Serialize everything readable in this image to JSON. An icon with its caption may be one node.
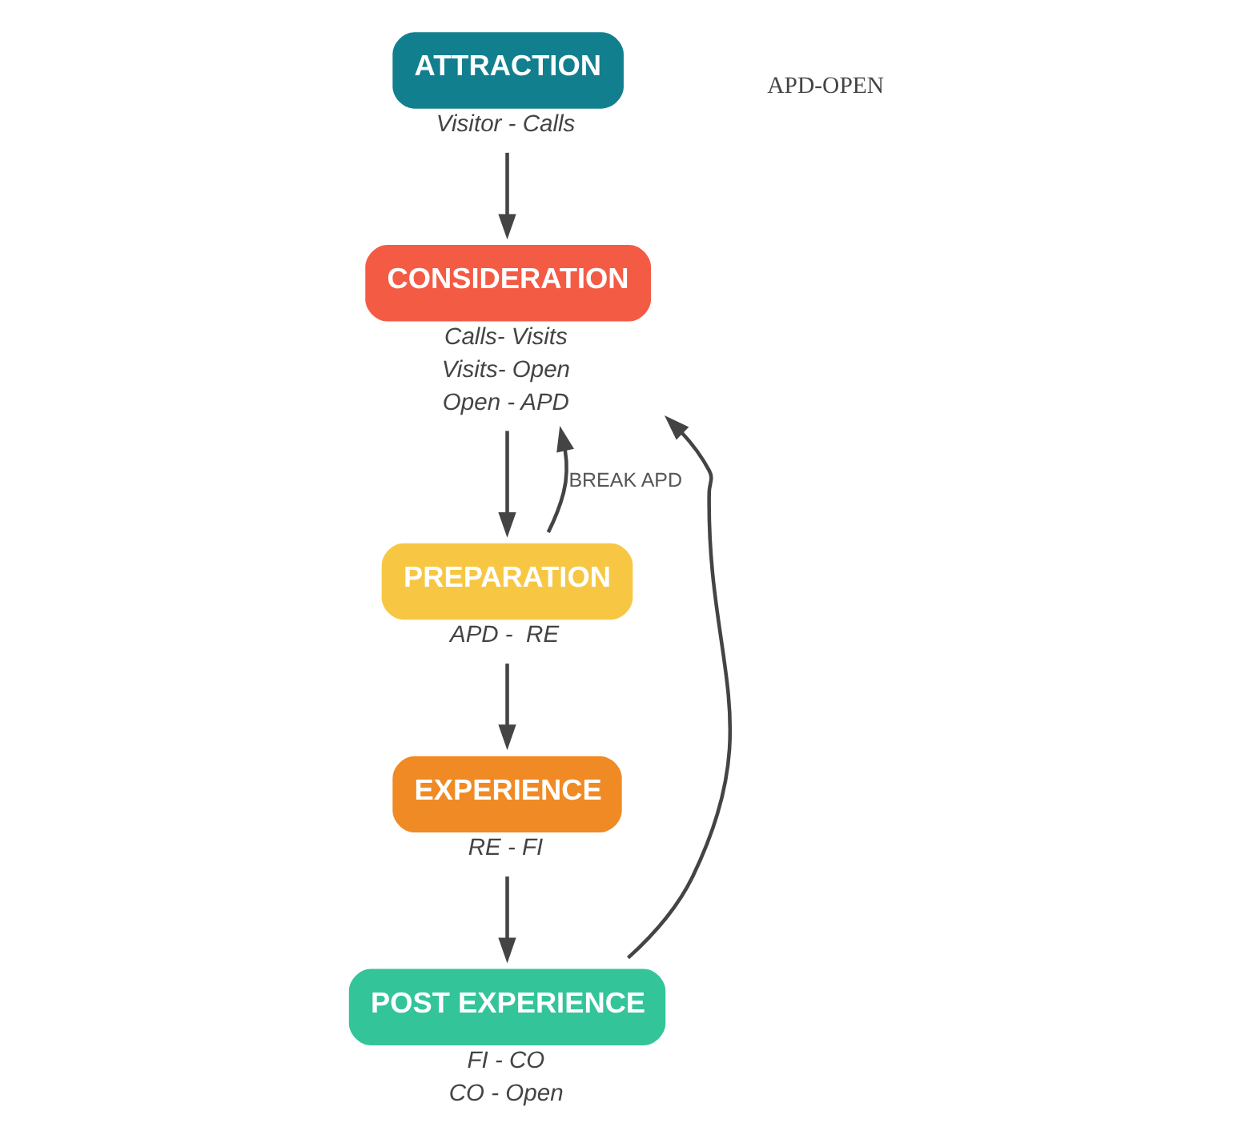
{
  "diagram": {
    "nodes": [
      {
        "text": [
          "ATTRACTION"
        ],
        "beside": [
          "Visitor - Calls"
        ]
      },
      {
        "text": [
          "CONSIDERATION"
        ],
        "beside": [
          "Calls- Visits",
          "Visits- Open",
          "Open - APD"
        ]
      },
      {
        "text": [
          "PREPARATION"
        ],
        "beside": [
          "APD -  RE"
        ]
      },
      {
        "text": [
          "EXPERIENCE"
        ],
        "beside": [
          "RE - FI"
        ]
      },
      {
        "text": [
          "POST EXPERIENCE"
        ],
        "beside": [
          "FI - CO",
          "CO - Open"
        ]
      }
    ],
    "edges": [
      {
        "from": 0,
        "to": 1,
        "arrow": "to"
      },
      {
        "from": 1,
        "to": 2,
        "arrow": "to"
      },
      {
        "from": 2,
        "to": 1,
        "arrow": "to",
        "label": "BREAK APD"
      },
      {
        "from": 2,
        "to": 3,
        "arrow": "to"
      },
      {
        "from": 3,
        "to": 4,
        "arrow": "to"
      },
      {
        "from": 4,
        "to": 1,
        "arrow": "to"
      }
    ],
    "labels": [
      "APD-OPEN"
    ]
  }
}
